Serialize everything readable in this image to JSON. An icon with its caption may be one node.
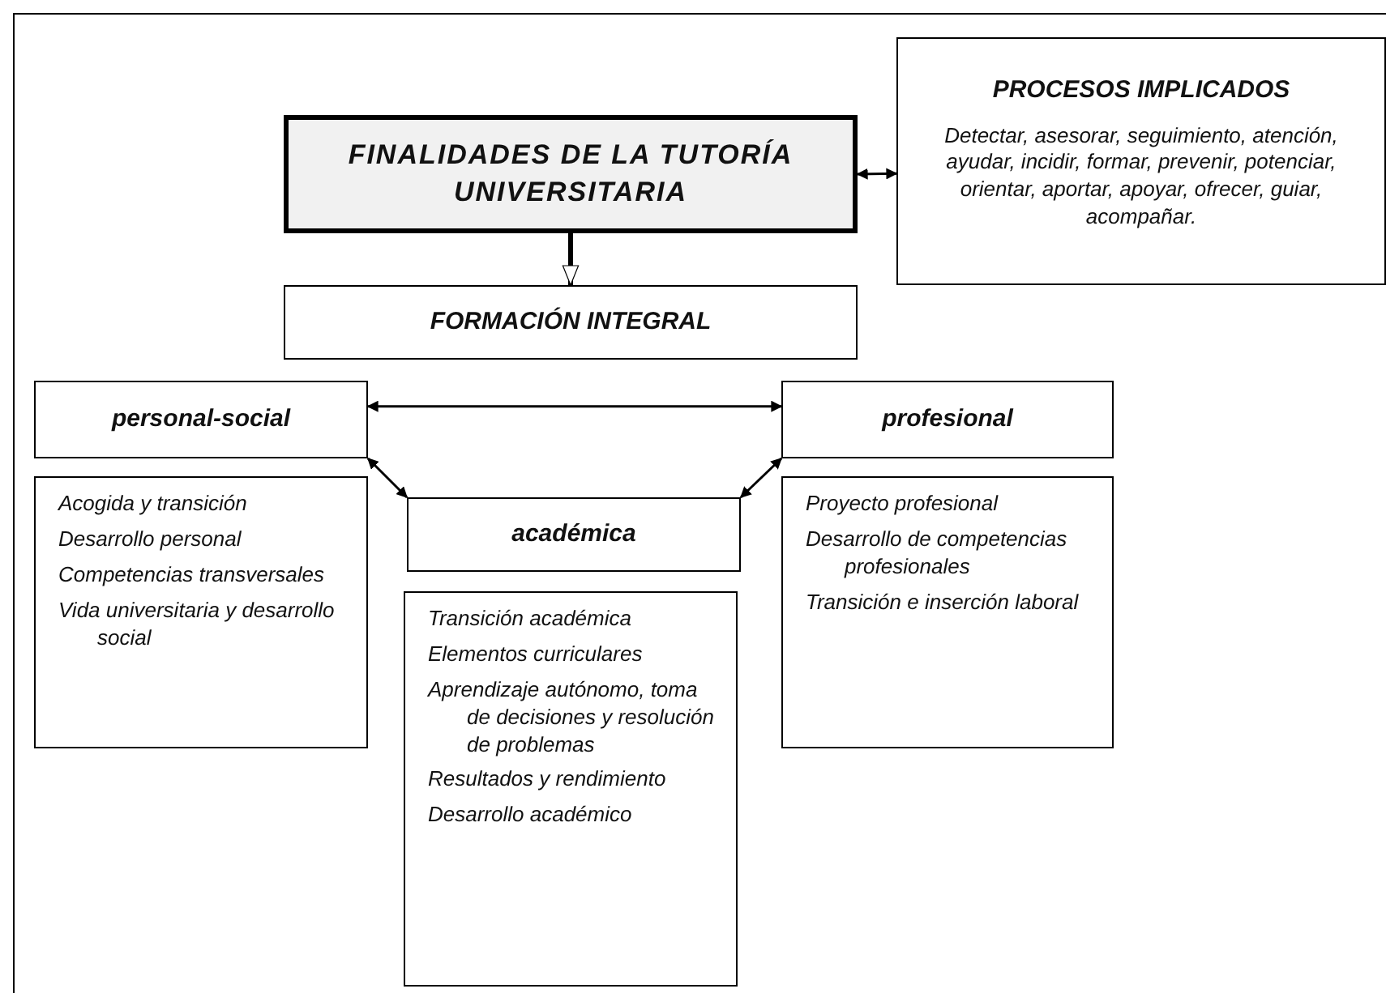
{
  "diagram": {
    "nodes": [
      {
        "text": [
          "FINALIDADES DE LA TUTORÍA UNIVERSITARIA"
        ]
      },
      {
        "text": [
          "PROCESOS IMPLICADOS",
          "Detectar, asesorar, seguimiento, atención, ayudar, incidir, formar, prevenir, potenciar, orientar, aportar, apoyar, ofrecer, guiar, acompañar."
        ]
      },
      {
        "text": [
          "FORMACIÓN INTEGRAL"
        ]
      },
      {
        "text": [
          "personal-social"
        ]
      },
      {
        "text": [
          "profesional"
        ]
      },
      {
        "text": [
          "académica"
        ]
      },
      {
        "text": [
          "Acogida y transición",
          "Desarrollo personal",
          "Competencias transversales",
          "Vida universitaria y desarrollo social"
        ]
      },
      {
        "text": [
          "Transición académica",
          "Elementos curriculares",
          "Aprendizaje autónomo, toma de decisiones y resolución de problemas",
          "Resultados y rendimiento",
          "Desarrollo académico"
        ]
      },
      {
        "text": [
          "Proyecto profesional",
          "Desarrollo de competencias profesionales",
          "Transición e inserción laboral"
        ]
      }
    ],
    "edges": [
      {
        "from": 0,
        "to": 1,
        "arrow": "both"
      },
      {
        "from": 0,
        "to": 2,
        "arrow": "to",
        "style": "thick"
      },
      {
        "from": 3,
        "to": 4,
        "arrow": "both"
      },
      {
        "from": 3,
        "to": 5,
        "arrow": "both"
      },
      {
        "from": 4,
        "to": 5,
        "arrow": "both"
      }
    ]
  }
}
